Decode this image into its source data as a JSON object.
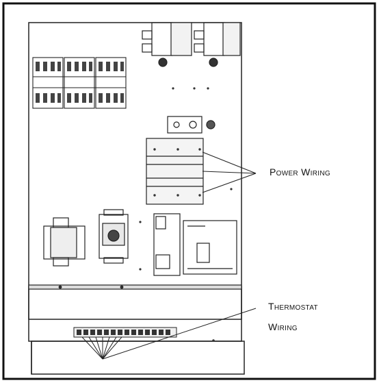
{
  "callouts": {
    "power_wiring": "Power Wiring",
    "thermostat_line1": "Thermostat",
    "thermostat_line2": "Wiring"
  },
  "colors": {
    "line": "#1a1a1a",
    "background": "#ffffff"
  }
}
